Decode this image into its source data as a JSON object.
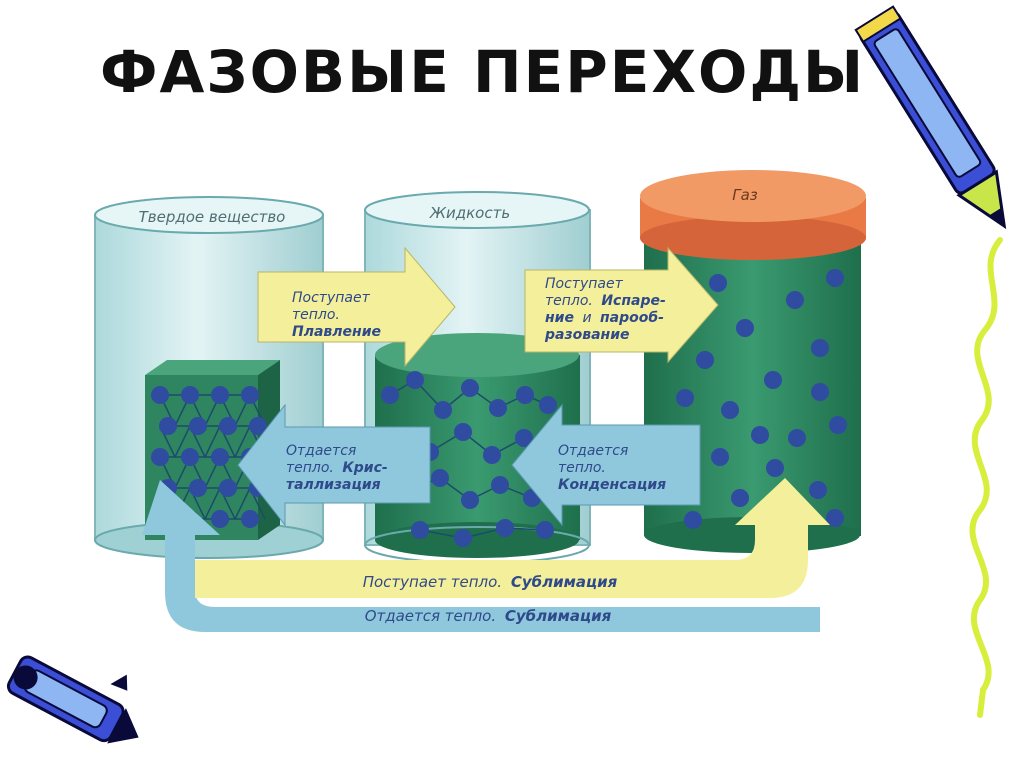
{
  "title": "ФАЗОВЫЕ ПЕРЕХОДЫ",
  "states": {
    "solid": "Твердое вещество",
    "liquid": "Жидкость",
    "gas": "Газ"
  },
  "arrows": {
    "melting": {
      "line1": "Поступает",
      "line2": "тепло.",
      "line3": "Плавление"
    },
    "evaporation": {
      "line1": "Поступает",
      "line2a": "тепло.",
      "line2b": "Испаре-",
      "line3a": "ние",
      "line3b": "и",
      "line3c": "пароoб-",
      "line4": "разование"
    },
    "crystallization": {
      "line1": "Отдается",
      "line2a": "тепло.",
      "line2b": "Крис-",
      "line3": "таллизация"
    },
    "condensation": {
      "line1": "Отдается",
      "line2": "тепло.",
      "line3": "Конденсация"
    },
    "sublimation_in": {
      "prefix": "Поступает тепло.",
      "word": "Сублимация"
    },
    "sublimation_out": {
      "prefix": "Отдается тепло.",
      "word": "Сублимация"
    }
  },
  "colors": {
    "glass": "#bfe3e6",
    "water": "#2f8a63",
    "particle": "#2f4ca0",
    "lid": "#e97a45",
    "arrow_yellow": "#f4ef9a",
    "arrow_blue": "#8fc8dd"
  }
}
